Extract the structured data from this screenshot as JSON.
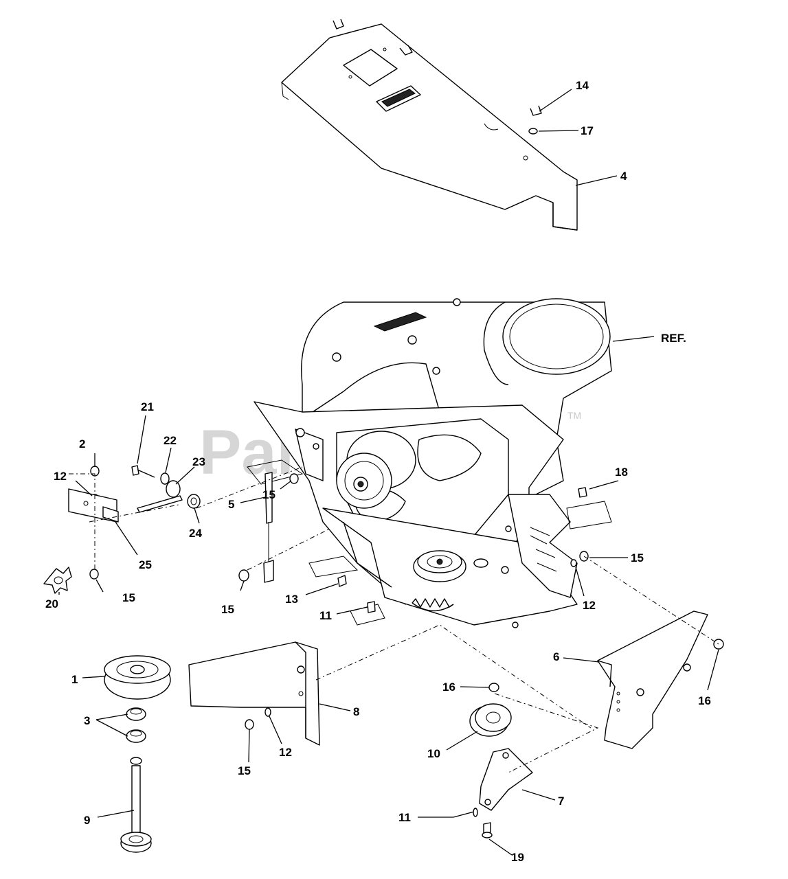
{
  "watermark": {
    "text": "PartsTree",
    "trademark": "TM"
  },
  "labels": {
    "l1": "1",
    "l2": "2",
    "l3": "3",
    "l4": "4",
    "l5": "5",
    "l6": "6",
    "l7": "7",
    "l8": "8",
    "l9": "9",
    "l10": "10",
    "l11a": "11",
    "l11b": "11",
    "l12a": "12",
    "l12b": "12",
    "l12c": "12",
    "l13": "13",
    "l14": "14",
    "l15a": "15",
    "l15b": "15",
    "l15c": "15",
    "l15d": "15",
    "l15e": "15",
    "l16a": "16",
    "l16b": "16",
    "l17": "17",
    "l18": "18",
    "l19": "19",
    "l20": "20",
    "l21": "21",
    "l22": "22",
    "l23": "23",
    "l24": "24",
    "l25": "25",
    "ref": "REF."
  }
}
